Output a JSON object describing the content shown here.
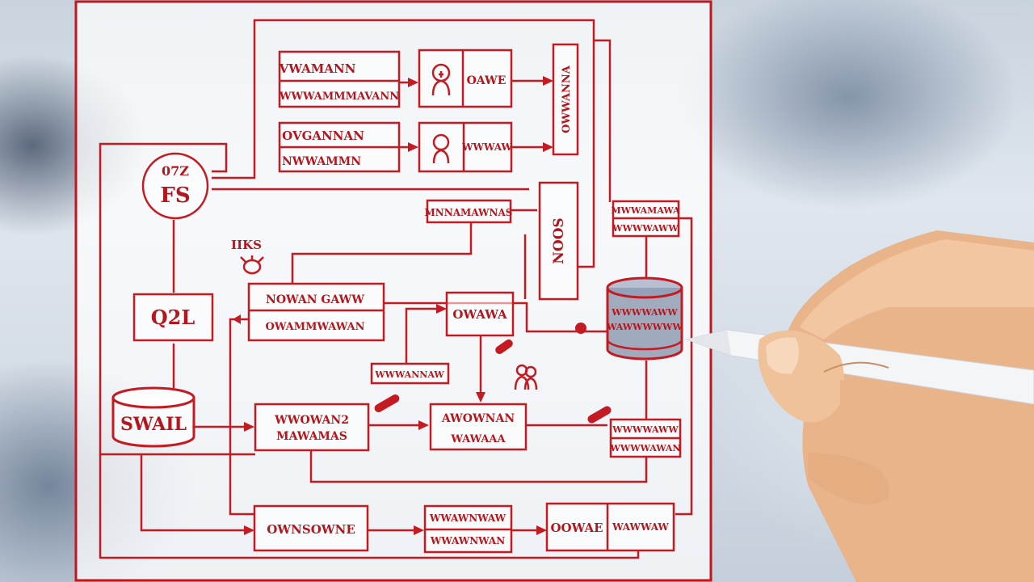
{
  "diagram": {
    "circle_node": {
      "line1": "07Z",
      "line2": "FS"
    },
    "top_row_1": {
      "left_line1": "VWAMANN",
      "left_line2": "WWWAMMMAVANN",
      "right": "OAWE"
    },
    "top_row_2": {
      "left_line1": "OVGANNAN",
      "left_line2": "NWWAMMN",
      "right": "WWWAW"
    },
    "tall_box_top": "OWWANNA",
    "tall_box_mid": "NOOS",
    "mid_label": "MNNAMAWNAS",
    "left_box": "Q2L",
    "side_label": "IIKS",
    "center_box": {
      "line1": "NOWAN GAWW",
      "line2": "OWAMMWAWAN"
    },
    "small_box": "OWAWA",
    "mid_small_label": "WWWANNAW",
    "right_box_top": {
      "line1": "MWWAMAWA",
      "line2": "WWWWAWW"
    },
    "database_right": {
      "line1": "WWWWAWW",
      "line2": "WAWWWWWW"
    },
    "database_left": "SWAIL",
    "mid_left_box": {
      "line1": "WWOWAN2",
      "line2": "MAWAMAS"
    },
    "mid_right_box": {
      "line1": "AWOWNAN",
      "line2": "WAWAAA"
    },
    "right_small_box": {
      "line1": "WWWWAWW",
      "line2": "WWWWAWAN"
    },
    "bottom_left_box": "OWNSOWNE",
    "bottom_mid_box": {
      "line1": "WWAWNWAW",
      "line2": "WWAWNWAN"
    },
    "bottom_right_box": {
      "left": "OOWAE",
      "right": "WAWWAW"
    }
  },
  "colors": {
    "ink": "#c41a21",
    "background": "#d6dee7",
    "skin": "#f0c29a",
    "pen": "#f4f5f7"
  },
  "icons": [
    "person-icon",
    "person-icon",
    "bug-icon",
    "pill-icon",
    "users-icon",
    "hand-with-pen"
  ]
}
